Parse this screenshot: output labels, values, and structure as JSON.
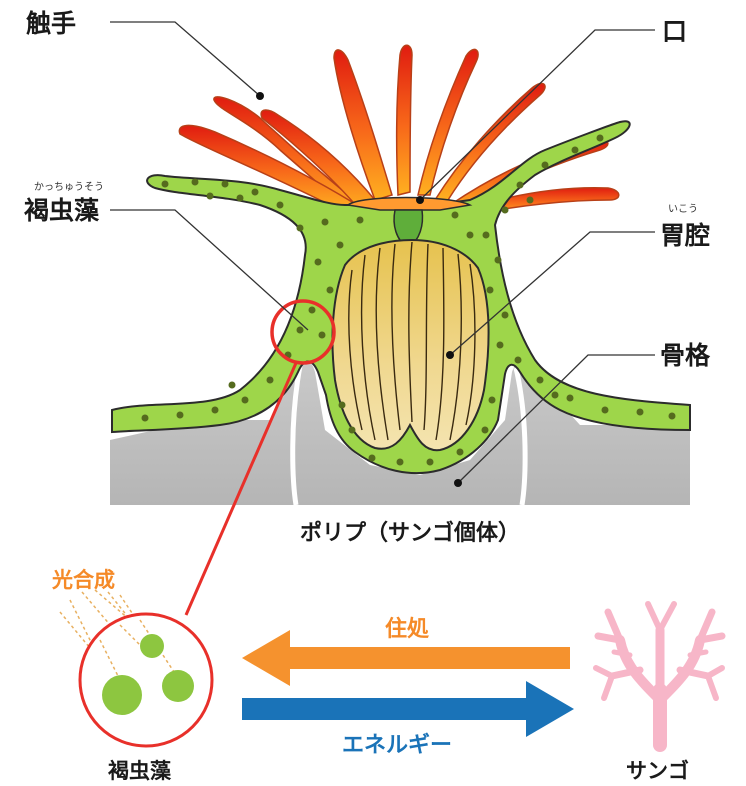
{
  "labels": {
    "tentacle": "触手",
    "mouth": "口",
    "zooxanthellae": "褐虫藻",
    "zooxanthellae_ruby": "かっちゅうそう",
    "stomach": "胃腔",
    "stomach_ruby": "いこう",
    "skeleton": "骨格",
    "caption": "ポリプ（サンゴ個体）"
  },
  "bottom": {
    "photosynthesis": "光合成",
    "habitat": "住処",
    "energy": "エネルギー",
    "algae_label": "褐虫藻",
    "coral_label": "サンゴ"
  },
  "colors": {
    "tissue": "#9ed64a",
    "tissue_dark": "#6faa2a",
    "algae_dot": "#556b1e",
    "tentacle_base": "#ffb020",
    "tentacle_tip": "#e82010",
    "stomach": "#e8c870",
    "skeleton": "#b8b8b8",
    "highlight": "#e8302a",
    "orange_arrow": "#f5922e",
    "blue_arrow": "#1a73b8",
    "coral": "#f7b6c8"
  }
}
